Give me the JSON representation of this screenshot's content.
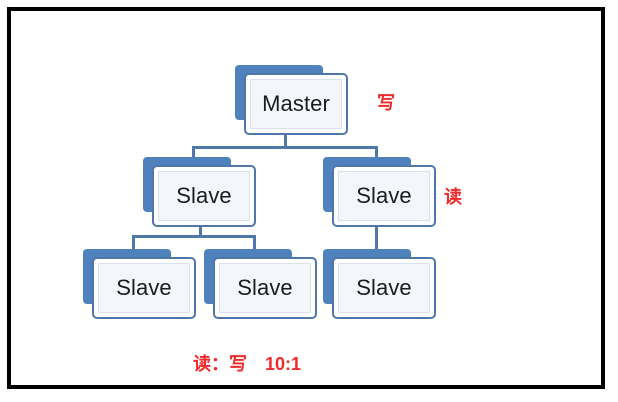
{
  "diagram": {
    "nodes": {
      "master": "Master",
      "slave_left": "Slave",
      "slave_right": "Slave",
      "slave_bottom_left_1": "Slave",
      "slave_bottom_left_2": "Slave",
      "slave_bottom_right": "Slave"
    },
    "labels": {
      "write": "写",
      "read": "读",
      "ratio_text": "读：写",
      "ratio_value": "10:1"
    },
    "colors": {
      "node_blue": "#4f81bd",
      "connector_blue": "#4f77aa",
      "label_red": "#ef2b2b",
      "frame_black": "#000000"
    }
  }
}
